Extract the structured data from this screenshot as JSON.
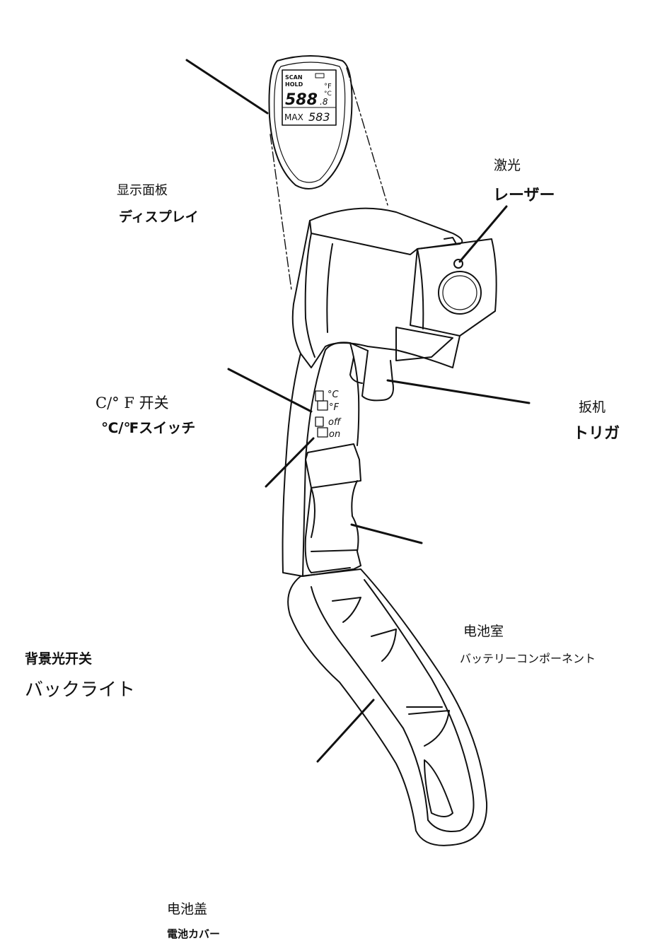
{
  "display": {
    "scan": "SCAN",
    "hold": "HOLD",
    "unit_f": "°F",
    "unit_c": "°C",
    "main_reading": "588",
    "main_decimal": ".8",
    "max_label": "MAX",
    "max_reading": "583"
  },
  "switch": {
    "deg_c": "°C",
    "deg_f": "°F",
    "off": "off",
    "on": "on"
  },
  "labels": {
    "display_cn": "显示面板",
    "display_jp": "ディスプレイ",
    "laser_cn": "激光",
    "laser_jp": "レーザー",
    "unit_switch_cn": "C/° F 开关",
    "unit_switch_jp": "℃/℉スイッチ",
    "trigger_cn": "扳机",
    "trigger_jp": "トリガ",
    "battery_room_cn": "电池室",
    "battery_room_jp": "バッテリーコンポーネント",
    "backlight_cn": "背景光开关",
    "backlight_jp": "バックライト",
    "battery_cover_cn": "电池盖",
    "battery_cover_jp": "電池カバー"
  },
  "colors": {
    "line": "#111111",
    "background": "#ffffff"
  }
}
